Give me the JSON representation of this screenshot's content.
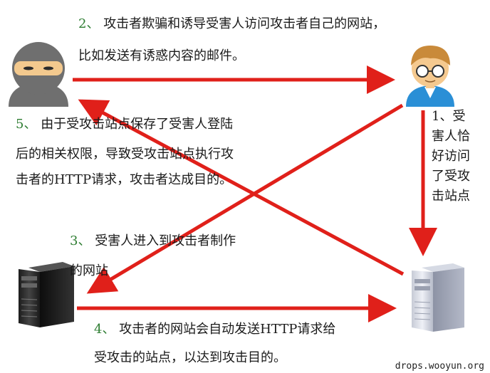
{
  "step2": {
    "number": "2、",
    "line1": "攻击者欺骗和诱导受害人访问攻击者自己的网站，",
    "line2": "比如发送有诱惑内容的邮件。"
  },
  "step5": {
    "number": "5、",
    "line1": "由于受攻击站点保存了受害人登陆",
    "line2": "后的相关权限，导致受攻击站点执行攻",
    "line3": "击者的HTTP请求，攻击者达成目的。"
  },
  "step1": {
    "lines": [
      "1、受",
      "害人恰",
      "好访问",
      "了受攻",
      "击站点"
    ]
  },
  "step3": {
    "number": "3、",
    "line1": "受害人进入到攻击者制作",
    "line2": "的网站"
  },
  "step4": {
    "number": "4、",
    "line1": "攻击者的网站会自动发送HTTP请求给",
    "line2": "受攻击的站点，以达到攻击目的。"
  },
  "watermark": "drops.wooyun.org",
  "colors": {
    "arrow": "#e0201a",
    "number": "#2e7d32",
    "text": "#1a1a1a"
  }
}
